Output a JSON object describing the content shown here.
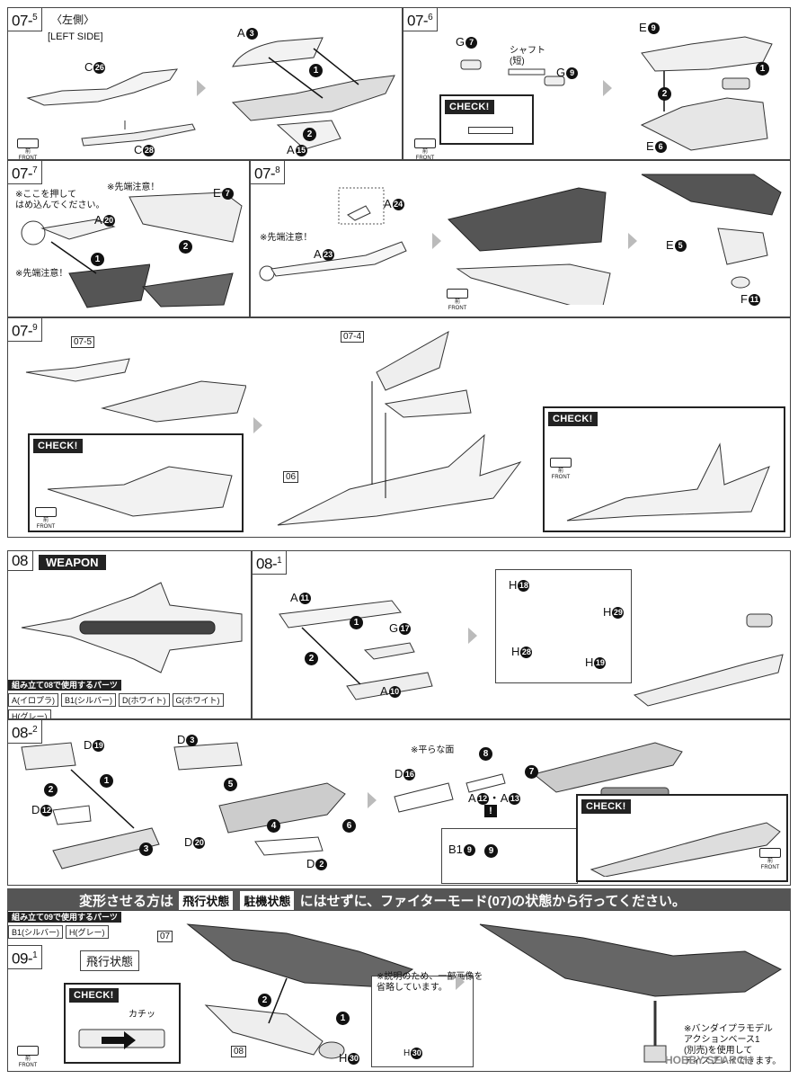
{
  "steps": {
    "s07_5": {
      "no": "07",
      "sub": "5",
      "title_jp": "〈左側〉",
      "title_en": "[LEFT SIDE]"
    },
    "s07_6": {
      "no": "07",
      "sub": "6",
      "shaft": "シャフト",
      "shaft_note": "(短)"
    },
    "s07_7": {
      "no": "07",
      "sub": "7",
      "note_press": "※ここを押して",
      "note_press2": "はめ込んでください。",
      "note_tip1": "※先端注意！",
      "note_tip2": "※先端注意！"
    },
    "s07_8": {
      "no": "07",
      "sub": "8",
      "note_tip": "※先端注意！"
    },
    "s07_9": {
      "no": "07",
      "sub": "9",
      "ref1": "07-5",
      "ref2": "07-4",
      "ref3": "06"
    },
    "s08": {
      "no": "08",
      "weapon": "WEAPON",
      "parts_hdr": "組み立て08で使用するパーツ",
      "parts": [
        "A(イロプラ)",
        "B1(シルバー)",
        "D(ホワイト)",
        "G(ホワイト)",
        "H(グレー)"
      ]
    },
    "s08_1": {
      "no": "08",
      "sub": "1"
    },
    "s08_2": {
      "no": "08",
      "sub": "2",
      "flat_note": "※平らな面"
    },
    "s09": {
      "parts_hdr": "組み立て09で使用するパーツ",
      "parts": [
        "B1(シルバー)",
        "H(グレー)"
      ]
    },
    "s09_1": {
      "no": "09",
      "sub": "1",
      "mode": "飛行状態",
      "ref": "07",
      "ref2": "08",
      "note1": "※説明のため、一部画像を",
      "note2": "省略しています。",
      "base1": "※バンダイプラモデル",
      "base2": "アクションベース1",
      "base3": "(別売)を使用して",
      "base4": "ディスプレイできます。",
      "click": "カチッ"
    }
  },
  "banner": {
    "pre": "変形させる方は",
    "tag1": "飛行状態",
    "tag2": "駐機状態",
    "post": "にはせずに、ファイターモード(07)の状態から行ってください。"
  },
  "labels": {
    "check": "CHECK!",
    "front_jp": "前",
    "front_en": "FRONT",
    "parts_07_5": [
      {
        "l": "C",
        "n": "26"
      },
      {
        "l": "C",
        "n": "28"
      }
    ],
    "parts_07_5b": [
      {
        "l": "A",
        "n": "3"
      },
      {
        "l": "A",
        "n": "15"
      }
    ],
    "parts_07_6": [
      {
        "l": "G",
        "n": "7"
      },
      {
        "l": "G",
        "n": "9"
      },
      {
        "l": "E",
        "n": "9"
      },
      {
        "l": "E",
        "n": "6"
      }
    ],
    "parts_07_7": [
      {
        "l": "A",
        "n": "20"
      },
      {
        "l": "E",
        "n": "7"
      }
    ],
    "parts_07_8": [
      {
        "l": "A",
        "n": "24"
      },
      {
        "l": "A",
        "n": "23"
      },
      {
        "l": "E",
        "n": "5"
      },
      {
        "l": "F",
        "n": "11"
      }
    ],
    "parts_08_1": [
      {
        "l": "A",
        "n": "11"
      },
      {
        "l": "G",
        "n": "17"
      },
      {
        "l": "A",
        "n": "10"
      },
      {
        "l": "H",
        "n": "18"
      },
      {
        "l": "H",
        "n": "29"
      },
      {
        "l": "H",
        "n": "28"
      },
      {
        "l": "H",
        "n": "19"
      }
    ],
    "parts_08_2": [
      {
        "l": "D",
        "n": "19"
      },
      {
        "l": "D",
        "n": "12"
      },
      {
        "l": "D",
        "n": "3"
      },
      {
        "l": "D",
        "n": "20"
      },
      {
        "l": "D",
        "n": "2"
      },
      {
        "l": "D",
        "n": "16"
      },
      {
        "l": "A",
        "n": "12"
      },
      {
        "l": "A",
        "n": "13"
      },
      {
        "l": "B1",
        "n": "9"
      }
    ],
    "parts_09_1": [
      {
        "l": "H",
        "n": "30"
      }
    ],
    "watermark": "HOBBY SEARCH"
  }
}
